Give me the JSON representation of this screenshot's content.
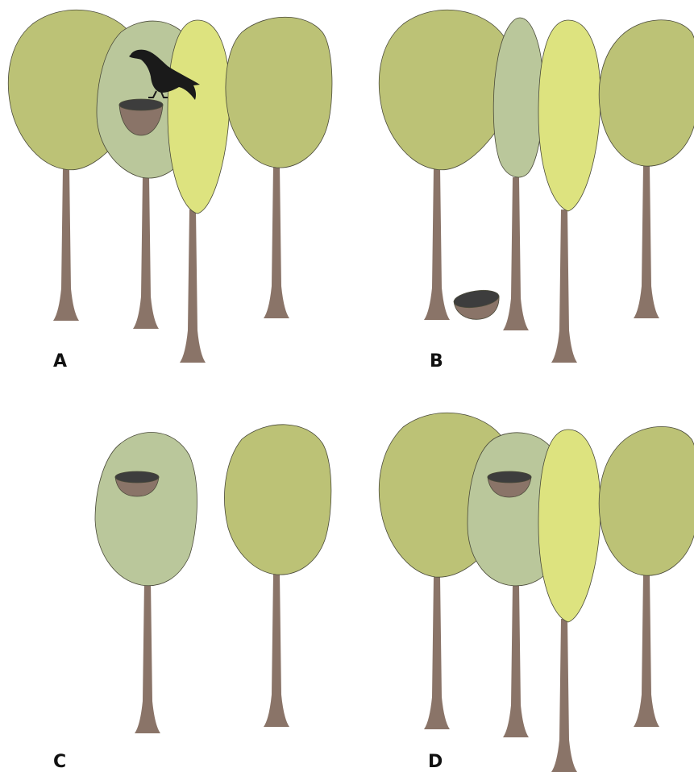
{
  "panels": [
    {
      "id": "A",
      "label": "A"
    },
    {
      "id": "B",
      "label": "B"
    },
    {
      "id": "C",
      "label": "C"
    },
    {
      "id": "D",
      "label": "D"
    }
  ],
  "colors": {
    "canopy_olive": "#bcc276",
    "canopy_sage": "#bac79b",
    "canopy_yellow": "#dde37f",
    "trunk": "#8a7468",
    "bowl_outer": "#8a7468",
    "bowl_inner": "#3d3d3d",
    "bird": "#1a1a1a"
  }
}
